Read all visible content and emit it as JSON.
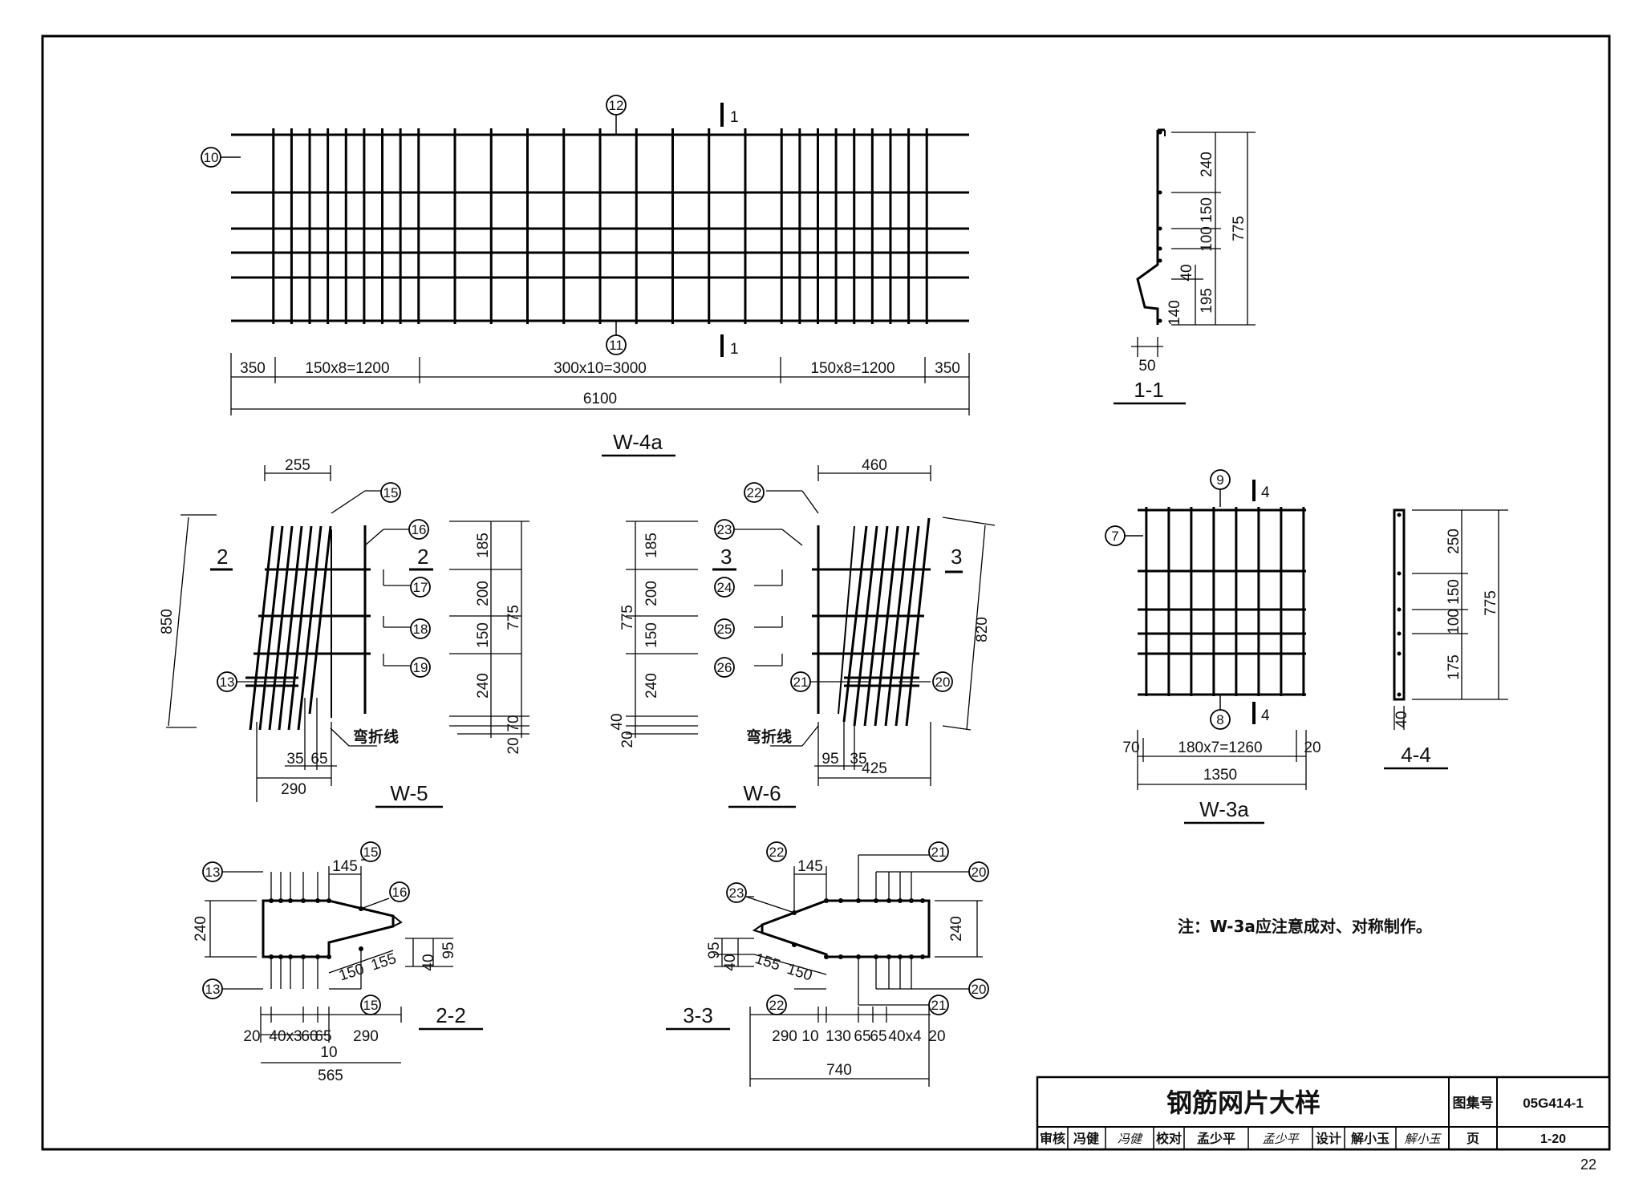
{
  "title_block": {
    "title": "钢筋网片大样",
    "atlas_label": "图集号",
    "atlas_no": "05G414-1",
    "review_label": "审核",
    "reviewer": "冯健",
    "reviewer_sign": "冯健",
    "check_label": "校对",
    "checker": "孟少平",
    "checker_sign": "孟少平",
    "design_label": "设计",
    "designer": "解小玉",
    "designer_sign": "解小玉",
    "page_label": "页",
    "page_no": "1-20"
  },
  "sheet_number": "22",
  "note": "注：W-3a应注意成对、对称制作。",
  "w4a": {
    "caption": "W-4a",
    "callouts": [
      "10",
      "12",
      "11"
    ],
    "section_mark": "1",
    "dims": [
      "350",
      "150x8=1200",
      "300x10=3000",
      "150x8=1200",
      "350",
      "6100"
    ]
  },
  "sec11": {
    "caption": "1-1",
    "dims": [
      "240",
      "150",
      "100",
      "195",
      "775",
      "40",
      "140",
      "50"
    ]
  },
  "w5": {
    "caption": "W-5",
    "section_mark": "2",
    "callouts": [
      "15",
      "16",
      "17",
      "18",
      "19",
      "13"
    ],
    "dims": [
      "255",
      "850",
      "185",
      "200",
      "150",
      "240",
      "775",
      "70",
      "20",
      "35",
      "65",
      "290"
    ],
    "bend_label": "弯折线"
  },
  "w6": {
    "caption": "W-6",
    "section_mark": "3",
    "callouts": [
      "22",
      "23",
      "24",
      "25",
      "26",
      "21",
      "20"
    ],
    "dims": [
      "460",
      "185",
      "200",
      "150",
      "240",
      "775",
      "40",
      "20",
      "820",
      "95",
      "35",
      "425"
    ],
    "bend_label": "弯折线"
  },
  "w3a": {
    "caption": "W-3a",
    "section_mark": "4",
    "callouts": [
      "9",
      "7",
      "8"
    ],
    "dims": [
      "70",
      "180x7=1260",
      "20",
      "1350"
    ]
  },
  "sec44": {
    "caption": "4-4",
    "dims": [
      "250",
      "150",
      "100",
      "175",
      "775",
      "40"
    ]
  },
  "sec22": {
    "caption": "2-2",
    "callouts": [
      "13",
      "15",
      "16",
      "13",
      "15"
    ],
    "dims": [
      "145",
      "240",
      "150",
      "155",
      "40",
      "95",
      "20",
      "40x3",
      "60",
      "65",
      "290",
      "10",
      "565"
    ]
  },
  "sec33": {
    "caption": "3-3",
    "callouts": [
      "22",
      "21",
      "20",
      "23",
      "22",
      "21",
      "20"
    ],
    "dims": [
      "145",
      "240",
      "95",
      "40",
      "155",
      "150",
      "290",
      "10",
      "130",
      "65",
      "65",
      "40x4",
      "20",
      "740"
    ]
  }
}
